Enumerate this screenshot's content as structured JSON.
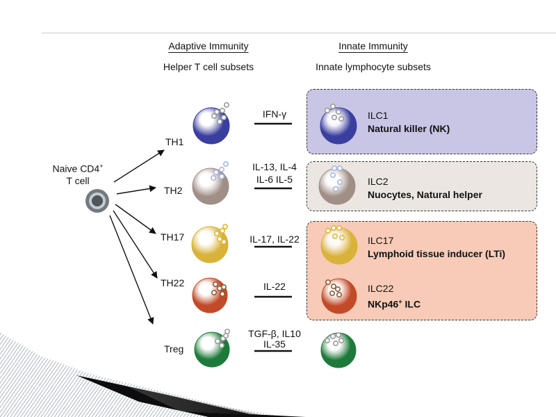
{
  "headers": {
    "adaptive_title": "Adaptive Immunity",
    "adaptive_sub": "Helper T cell subsets",
    "innate_title": "Innate Immunity",
    "innate_sub": "Innate lymphocyte subsets"
  },
  "naive": {
    "line1": "Naive CD4",
    "sup": "+",
    "line2": "T cell"
  },
  "th_labels": [
    "TH1",
    "TH2",
    "TH17",
    "TH22",
    "Treg"
  ],
  "cytokines": [
    [
      "IFN-γ"
    ],
    [
      "IL-13, IL-4",
      "IL-6 IL-5"
    ],
    [
      "IL-17, IL-22"
    ],
    [
      "IL-22"
    ],
    [
      "TGF-β, IL10",
      "IL-35"
    ]
  ],
  "ilc": [
    {
      "name": "ILC1",
      "desc": "Natural killer (NK)"
    },
    {
      "name": "ILC2",
      "desc": "Nuocytes, Natural helper"
    },
    {
      "name": "ILC17",
      "desc": "Lymphoid tissue inducer (LTi)"
    },
    {
      "name": "ILC22",
      "desc_pre": "NKp46",
      "desc_sup": "+",
      "desc_post": " ILC"
    }
  ],
  "colors": {
    "th1": "#3a3e9e",
    "th2": "#a08f86",
    "th17": "#d9b23a",
    "th22": "#c24a28",
    "treg": "#1e7a3a",
    "naive": "#707a80",
    "box_ilc1": "#c9c5e4",
    "box_ilc2": "#ebe6e1",
    "box_ilc17_22": "#f7cbb7",
    "granule_grey": "#9a9a9a",
    "granule_blue": "#a9b6e8",
    "granule_gold": "#e2b634",
    "granule_brown": "#8c5a3a"
  }
}
